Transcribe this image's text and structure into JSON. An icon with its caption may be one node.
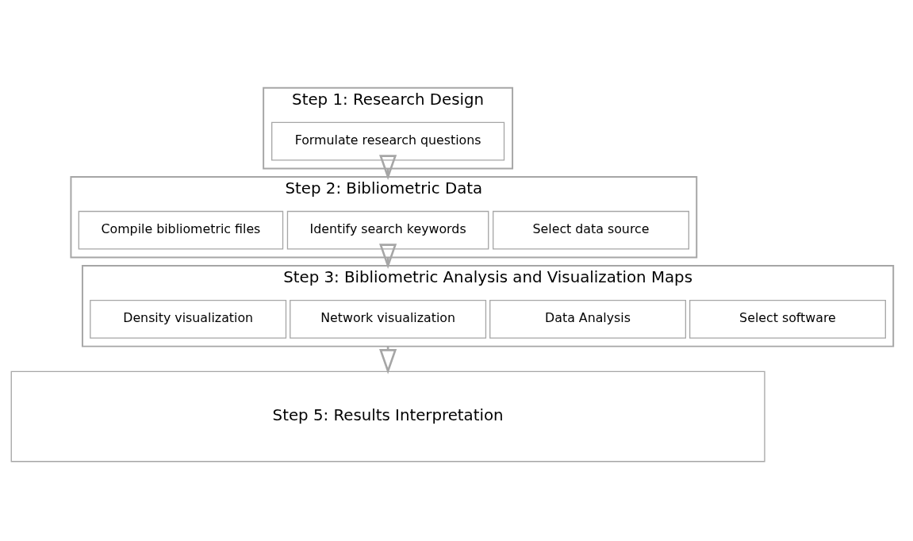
{
  "diagram": {
    "nodes": [
      {
        "text": [
          "Step 1: Research Design"
        ]
      },
      {
        "text": [
          "Formulate research questions"
        ],
        "in": 0
      },
      {
        "text": [
          "Step 2: Bibliometric Data"
        ]
      },
      {
        "text": [
          "Select data source"
        ],
        "in": 2
      },
      {
        "text": [
          "Identify search keywords"
        ],
        "in": 2
      },
      {
        "text": [
          "Compile bibliometric files"
        ],
        "in": 2
      },
      {
        "text": [
          "Step 3: Bibliometric Analysis and Visualization Maps"
        ]
      },
      {
        "text": [
          "Select software"
        ],
        "in": 6
      },
      {
        "text": [
          "Data Analysis"
        ],
        "in": 6
      },
      {
        "text": [
          "Network visualization"
        ],
        "in": 6
      },
      {
        "text": [
          "Density visualization"
        ],
        "in": 6
      },
      {
        "text": [
          "Step 5: Results Interpretation"
        ]
      }
    ],
    "edges": [
      {
        "from": 0,
        "to": 2,
        "arrow": "to"
      },
      {
        "from": 2,
        "to": 6,
        "arrow": "to"
      },
      {
        "from": 6,
        "to": 11,
        "arrow": "to"
      }
    ]
  }
}
